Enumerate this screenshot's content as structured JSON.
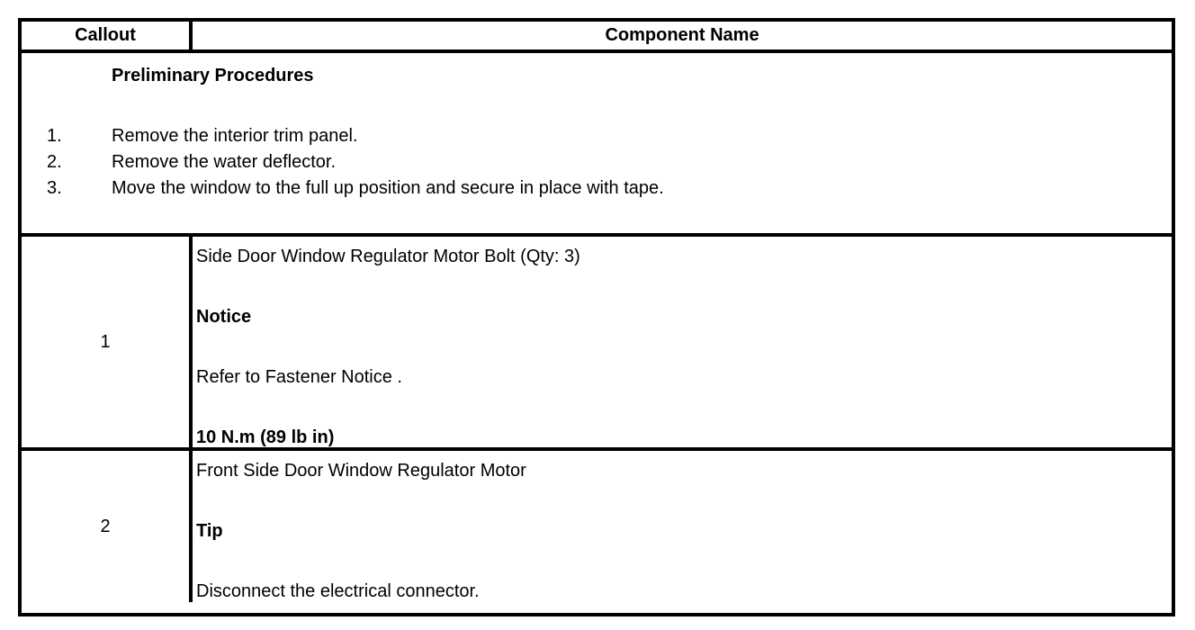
{
  "table": {
    "headers": {
      "callout": "Callout",
      "component_name": "Component Name"
    },
    "preliminary": {
      "title": "Preliminary Procedures",
      "steps": [
        "Remove the interior trim panel.",
        "Remove the water deflector.",
        "Move the window to the full up position and secure in place with tape."
      ]
    },
    "rows": [
      {
        "callout": "1",
        "lines": [
          {
            "text": "Side Door Window Regulator Motor Bolt (Qty: 3)",
            "bold": false
          },
          {
            "text": "Notice",
            "bold": true
          },
          {
            "text": "Refer to Fastener Notice .",
            "bold": false
          },
          {
            "text": "10 N.m (89 lb in)",
            "bold": true
          }
        ]
      },
      {
        "callout": "2",
        "lines": [
          {
            "text": "Front Side Door Window Regulator Motor",
            "bold": false
          },
          {
            "text": "Tip",
            "bold": true
          },
          {
            "text": "Disconnect the electrical connector.",
            "bold": false
          }
        ]
      }
    ]
  },
  "colors": {
    "border": "#000000",
    "text": "#000000",
    "background": "#ffffff"
  }
}
